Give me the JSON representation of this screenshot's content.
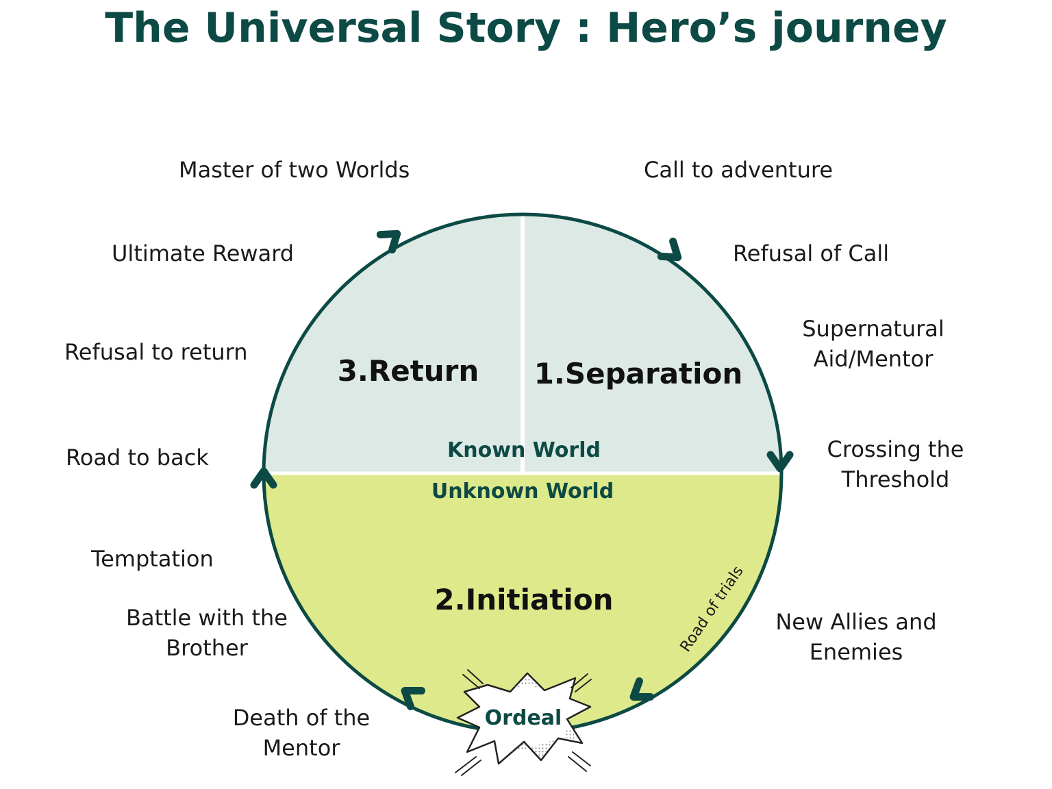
{
  "title": "The Universal Story : Hero’s journey",
  "colors": {
    "dark_teal": "#0d4a45",
    "known_world_fill": "#dce9e4",
    "unknown_world_fill": "#dde98a",
    "text": "#1a1a1a"
  },
  "sections": {
    "separation": "1.Separation",
    "initiation": "2.Initiation",
    "return": "3.Return"
  },
  "worlds": {
    "known": "Known World",
    "unknown": "Unknown World"
  },
  "road_of_trials": "Road of trials",
  "ordeal": "Ordeal",
  "stages": {
    "call_to_adventure": "Call to adventure",
    "refusal_of_call": "Refusal of Call",
    "supernatural_aid": [
      "Supernatural",
      "Aid/Mentor"
    ],
    "crossing_threshold": [
      "Crossing the",
      "Threshold"
    ],
    "new_allies": [
      "New Allies and",
      "Enemies"
    ],
    "death_of_mentor": [
      "Death of the",
      "Mentor"
    ],
    "battle_with_brother": [
      "Battle with the",
      "Brother"
    ],
    "temptation": "Temptation",
    "road_to_back": "Road to back",
    "refusal_to_return": "Refusal to return",
    "ultimate_reward": "Ultimate Reward",
    "master_of_two_worlds": "Master of two Worlds"
  },
  "icons": {
    "direction_arrow": "chevron-arrow-icon",
    "ordeal_burst": "explosion-burst-icon"
  }
}
